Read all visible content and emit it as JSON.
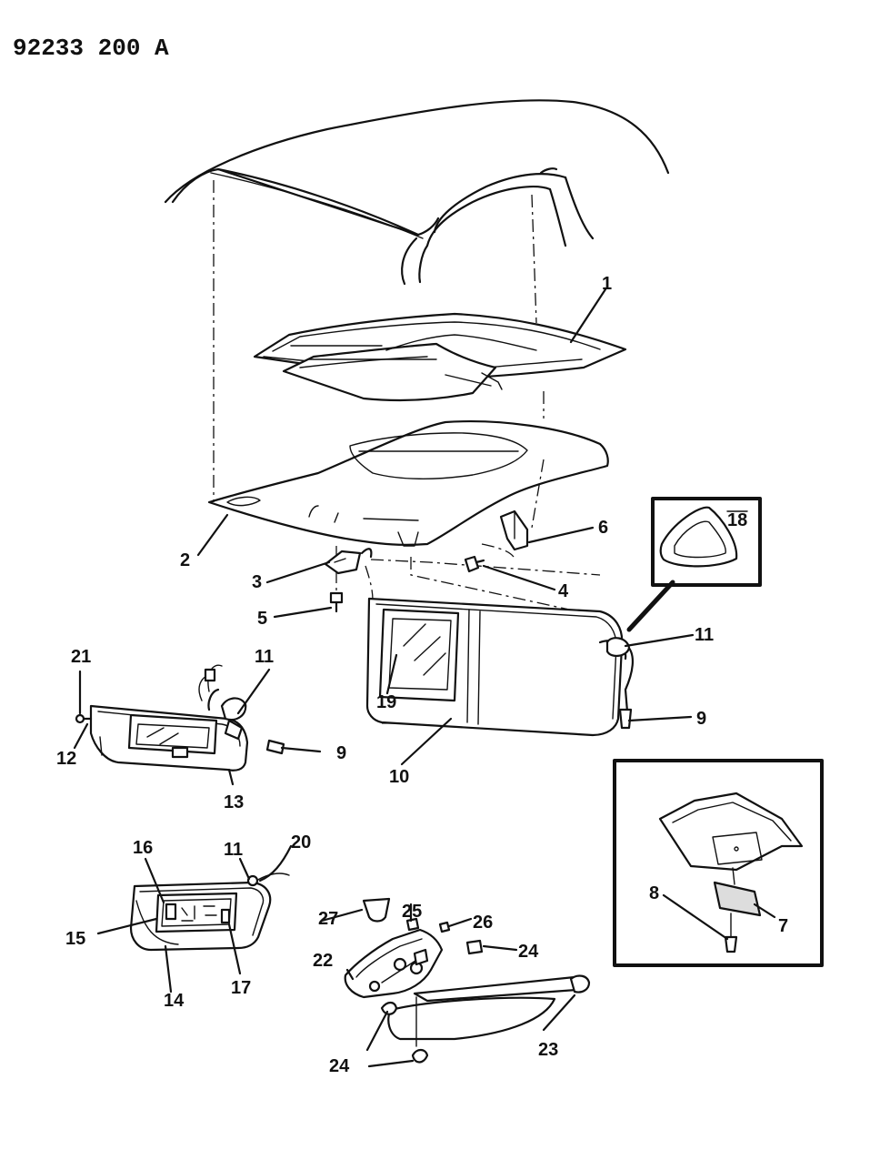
{
  "header": {
    "drawing_id": "92233 200  A"
  },
  "callouts": {
    "c1": "1",
    "c2": "2",
    "c3": "3",
    "c4": "4",
    "c5": "5",
    "c6": "6",
    "c7": "7",
    "c8": "8",
    "c9a": "9",
    "c9b": "9",
    "c10": "10",
    "c11a": "11",
    "c11b": "11",
    "c11c": "11",
    "c12": "12",
    "c13": "13",
    "c14": "14",
    "c15": "15",
    "c16": "16",
    "c17": "17",
    "c18": "18",
    "c19": "19",
    "c20": "20",
    "c21": "21",
    "c22": "22",
    "c23": "23",
    "c24a": "24",
    "c24b": "24",
    "c25": "25",
    "c26": "26",
    "c27": "27"
  }
}
